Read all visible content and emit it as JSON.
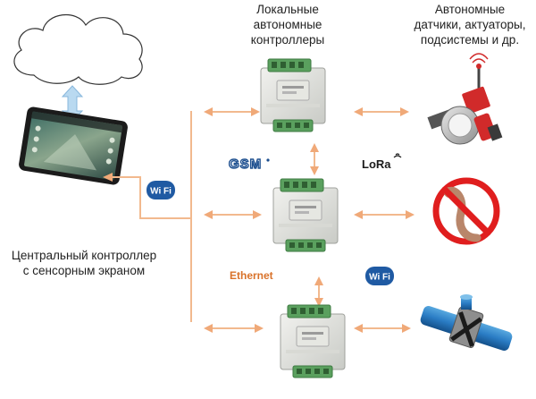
{
  "labels": {
    "local_controllers": "Локальные\nавтономные\nконтроллеры",
    "autonomous_devices": "Автономные\nдатчики, актуаторы,\nподсистемы и др.",
    "central_controller": "Центральный контроллер\nс сенсорным экраном"
  },
  "logos": {
    "gsm": "GSM",
    "lora": "LoRa",
    "wifi": "Wi Fi",
    "ethernet": "Ethernet"
  },
  "colors": {
    "line": "#f2b98e",
    "arrow": "#f0a978",
    "ethernet_text": "#d9722a",
    "gsm_blue": "#1d4f8f",
    "wifi_blue": "#1f5aa3"
  },
  "icons": [
    "cloud-icon",
    "tablet-icon",
    "controller-module-icon",
    "wireless-sensor-icon",
    "pest-prohibited-icon",
    "pipe-valve-icon"
  ]
}
